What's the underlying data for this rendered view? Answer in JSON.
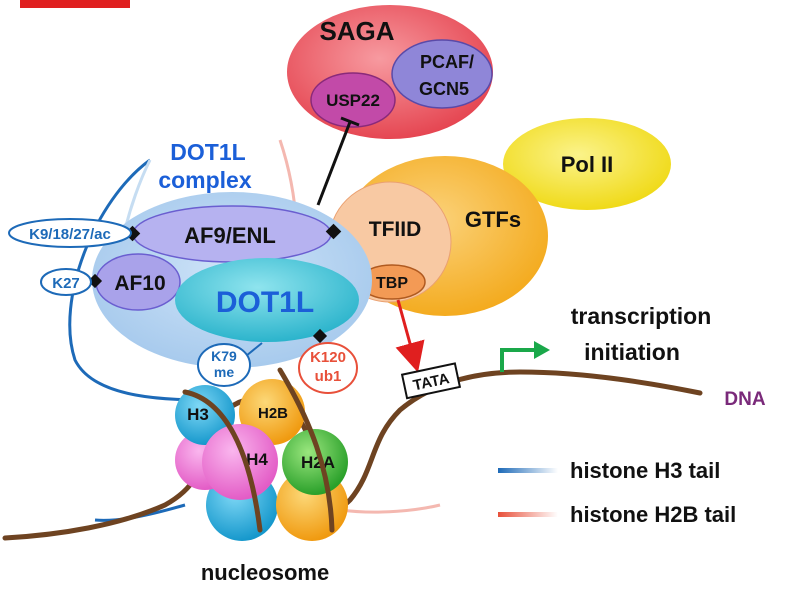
{
  "labels": {
    "saga": "SAGA",
    "pcaf_line1": "PCAF/",
    "pcaf_line2": "GCN5",
    "usp22": "USP22",
    "dot1l_complex_line1": "DOT1L",
    "dot1l_complex_line2": "complex",
    "pol2": "Pol II",
    "tfiid": "TFIID",
    "gtfs": "GTFs",
    "tbp": "TBP",
    "af9": "AF9/ENL",
    "af10": "AF10",
    "dot1l": "DOT1L",
    "k9": "K9/18/27/ac",
    "k27": "K27",
    "k79_line1": "K79",
    "k79_line2": "me",
    "k120_line1": "K120",
    "k120_line2": "ub1",
    "tata": "TATA",
    "transcription_line1": "transcription",
    "transcription_line2": "initiation",
    "dna": "DNA",
    "h3": "H3",
    "h2b": "H2B",
    "h4": "H4",
    "h2a": "H2A",
    "nucleosome": "nucleosome",
    "legend_h3": "histone H3 tail",
    "legend_h2b": "histone H2B tail"
  },
  "colors": {
    "saga": "#e8505a",
    "pcaf": "#8f86d8",
    "usp22": "#c24aa8",
    "pol2": "#f2e020",
    "gtfs": "#f6b228",
    "tfiid": "#f8c9a3",
    "tbp": "#f39a55",
    "complex_cloud": "#a9cdee",
    "af9": "#b6b2f0",
    "af10": "#a9a2ea",
    "dot1l": "#3cc1d4",
    "dot1l_text": "#1b5fd8",
    "h3_tail": "#1d6ab8",
    "h2b_tail": "#e8503a",
    "dna": "#6e4321",
    "dna_label": "#7a2a7a",
    "arrow_green": "#1aa84a",
    "arrow_red": "#e01f1f",
    "h3": "#1eaee0",
    "h2b": "#f6a81c",
    "h4": "#f078d6",
    "h2a": "#3ab83a"
  }
}
